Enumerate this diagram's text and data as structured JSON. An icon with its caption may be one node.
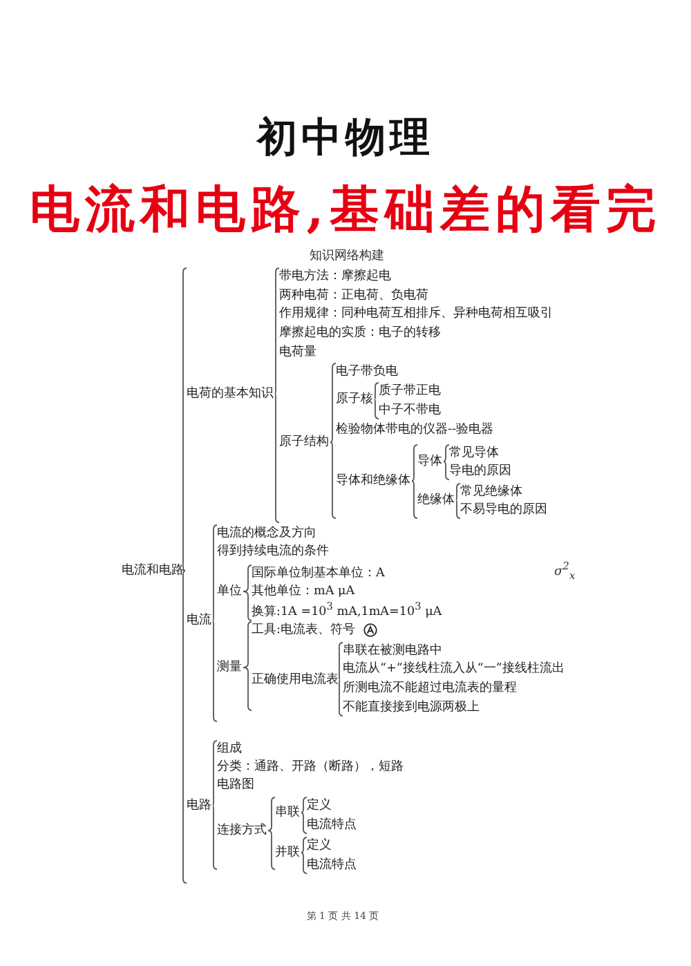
{
  "diagram": {
    "title": "初中物理",
    "nodes": [
      {
        "text": [
          "电流和电路"
        ]
      },
      {
        "text": [
          "电荷的基本知识"
        ]
      },
      {
        "text": [
          "带电方法：摩擦起电"
        ]
      },
      {
        "text": [
          "两种电荷：正电荷、负电荷"
        ]
      },
      {
        "text": [
          "作用规律：同种电荷互相排斥、异种电荷相互吸引"
        ]
      },
      {
        "text": [
          "摩擦起电的实质：电子的转移"
        ]
      },
      {
        "text": [
          "电荷量"
        ]
      },
      {
        "text": [
          "原子结构"
        ]
      },
      {
        "text": [
          "电子带负电"
        ]
      },
      {
        "text": [
          "原子核"
        ]
      },
      {
        "text": [
          "质子带正电"
        ]
      },
      {
        "text": [
          "中子不带电"
        ]
      },
      {
        "text": [
          "检验物体带电的仪器--验电器"
        ]
      },
      {
        "text": [
          "导体和绝缘体"
        ]
      },
      {
        "text": [
          "导体"
        ]
      },
      {
        "text": [
          "常见导体"
        ]
      },
      {
        "text": [
          "导电的原因"
        ]
      },
      {
        "text": [
          "绝缘体"
        ]
      },
      {
        "text": [
          "常见绝缘体"
        ]
      },
      {
        "text": [
          "不易导电的原因"
        ]
      },
      {
        "text": [
          "电流"
        ]
      },
      {
        "text": [
          "电流的概念及方向"
        ]
      },
      {
        "text": [
          "得到持续电流的条件"
        ]
      },
      {
        "text": [
          "单位"
        ]
      },
      {
        "text": [
          "国际单位制基本单位：A"
        ]
      },
      {
        "text": [
          "其他单位：mA μA"
        ]
      },
      {
        "text": [
          "换算:1A =10$^{3}$ mA,1mA=10$^{3}$ μA"
        ]
      },
      {
        "text": [
          "测量"
        ]
      },
      {
        "text": [
          "工具:电流表、符号"
        ]
      },
      {
        "text": [
          "正确使用电流表"
        ]
      },
      {
        "text": [
          "串联在被测电路中"
        ]
      },
      {
        "text": [
          "电流从“+”接线柱流入从“一”接线柱流出"
        ]
      },
      {
        "text": [
          "所测电流不能超过电流表的量程"
        ]
      },
      {
        "text": [
          "不能直接接到电源两极上"
        ]
      },
      {
        "text": [
          "电路"
        ]
      },
      {
        "text": [
          "组成"
        ]
      },
      {
        "text": [
          "分类：通路、开路（断路），短路"
        ]
      },
      {
        "text": [
          "电路图"
        ]
      },
      {
        "text": [
          "连接方式"
        ]
      },
      {
        "text": [
          "串联"
        ]
      },
      {
        "text": [
          "定义"
        ]
      },
      {
        "text": [
          "电流特点"
        ]
      },
      {
        "text": [
          "并联"
        ]
      },
      {
        "text": [
          "定义"
        ]
      },
      {
        "text": [
          "电流特点"
        ]
      }
    ],
    "edges": [
      {
        "from": 0,
        "to": 1,
        "arrow": "none"
      },
      {
        "from": 0,
        "to": 20,
        "arrow": "none"
      },
      {
        "from": 0,
        "to": 34,
        "arrow": "none"
      },
      {
        "from": 1,
        "to": 2,
        "arrow": "none"
      },
      {
        "from": 1,
        "to": 3,
        "arrow": "none"
      },
      {
        "from": 1,
        "to": 4,
        "arrow": "none"
      },
      {
        "from": 1,
        "to": 5,
        "arrow": "none"
      },
      {
        "from": 1,
        "to": 6,
        "arrow": "none"
      },
      {
        "from": 1,
        "to": 7,
        "arrow": "none"
      },
      {
        "from": 7,
        "to": 8,
        "arrow": "none"
      },
      {
        "from": 7,
        "to": 9,
        "arrow": "none"
      },
      {
        "from": 7,
        "to": 12,
        "arrow": "none"
      },
      {
        "from": 7,
        "to": 13,
        "arrow": "none"
      },
      {
        "from": 9,
        "to": 10,
        "arrow": "none"
      },
      {
        "from": 9,
        "to": 11,
        "arrow": "none"
      },
      {
        "from": 13,
        "to": 14,
        "arrow": "none"
      },
      {
        "from": 13,
        "to": 17,
        "arrow": "none"
      },
      {
        "from": 14,
        "to": 15,
        "arrow": "none"
      },
      {
        "from": 14,
        "to": 16,
        "arrow": "none"
      },
      {
        "from": 17,
        "to": 18,
        "arrow": "none"
      },
      {
        "from": 17,
        "to": 19,
        "arrow": "none"
      },
      {
        "from": 20,
        "to": 21,
        "arrow": "none"
      },
      {
        "from": 20,
        "to": 22,
        "arrow": "none"
      },
      {
        "from": 20,
        "to": 23,
        "arrow": "none"
      },
      {
        "from": 20,
        "to": 27,
        "arrow": "none"
      },
      {
        "from": 23,
        "to": 24,
        "arrow": "none"
      },
      {
        "from": 23,
        "to": 25,
        "arrow": "none"
      },
      {
        "from": 23,
        "to": 26,
        "arrow": "none"
      },
      {
        "from": 27,
        "to": 28,
        "arrow": "none"
      },
      {
        "from": 27,
        "to": 29,
        "arrow": "none"
      },
      {
        "from": 29,
        "to": 30,
        "arrow": "none"
      },
      {
        "from": 29,
        "to": 31,
        "arrow": "none"
      },
      {
        "from": 29,
        "to": 32,
        "arrow": "none"
      },
      {
        "from": 29,
        "to": 33,
        "arrow": "none"
      },
      {
        "from": 34,
        "to": 35,
        "arrow": "none"
      },
      {
        "from": 34,
        "to": 36,
        "arrow": "none"
      },
      {
        "from": 34,
        "to": 37,
        "arrow": "none"
      },
      {
        "from": 34,
        "to": 38,
        "arrow": "none"
      },
      {
        "from": 38,
        "to": 39,
        "arrow": "none"
      },
      {
        "from": 38,
        "to": 42,
        "arrow": "none"
      },
      {
        "from": 39,
        "to": 40,
        "arrow": "none"
      },
      {
        "from": 39,
        "to": 41,
        "arrow": "none"
      },
      {
        "from": 42,
        "to": 43,
        "arrow": "none"
      },
      {
        "from": 42,
        "to": 44,
        "arrow": "none"
      }
    ],
    "labels": [
      "电流和电路,基础差的看完",
      "知识网络构建",
      "σ$^{2}$$_{x}$",
      "第 1 页 共 14 页"
    ]
  }
}
